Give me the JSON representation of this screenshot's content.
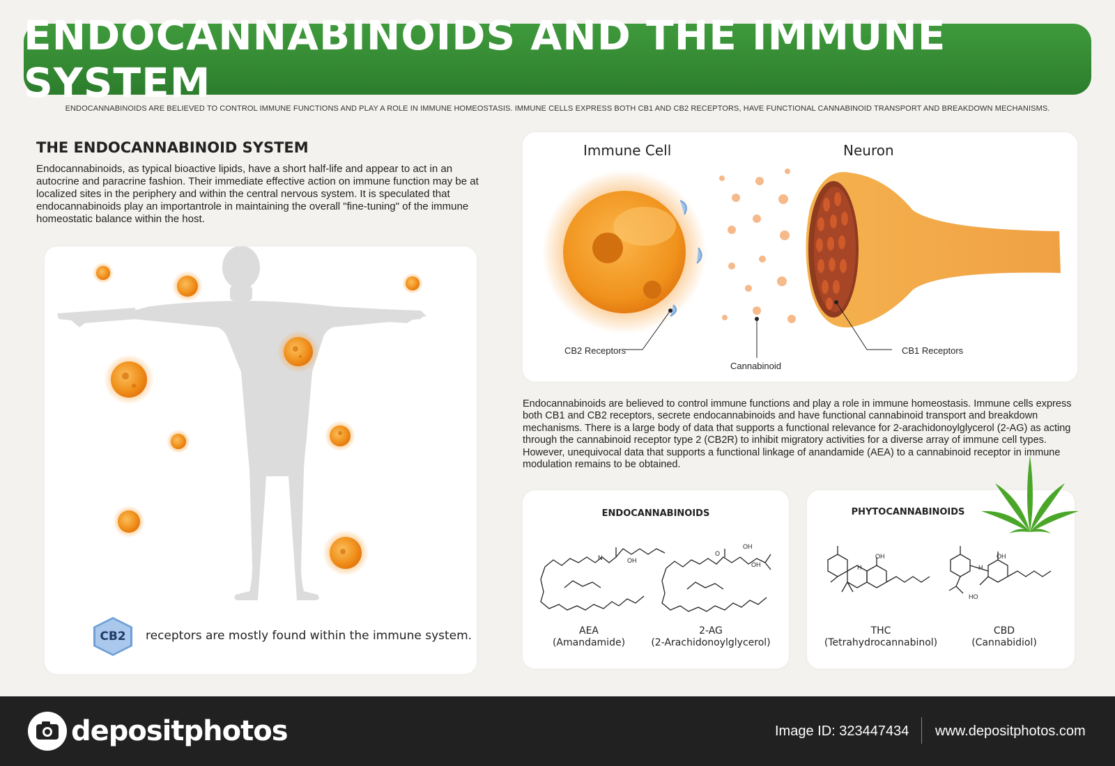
{
  "header": {
    "title": "ENDOCANNABINOIDS AND THE IMMUNE SYSTEM",
    "subtitle": "ENDOCANNABINOIDS ARE BELIEVED TO CONTROL IMMUNE FUNCTIONS AND PLAY A ROLE IN IMMUNE HOMEOSTASIS. IMMUNE CELLS EXPRESS BOTH CB1 AND CB2 RECEPTORS, HAVE FUNCTIONAL CANNABINOID TRANSPORT AND BREAKDOWN MECHANISMS."
  },
  "ecs": {
    "title": "THE ENDOCANNABINOID SYSTEM",
    "body": "Endocannabinoids, as typical bioactive lipids, have a short half-life and appear to act in an autocrine  and paracrine fashion. Their immediate effective action on immune function may be at localized sites  in the periphery and within the central nervous system. It is speculated that endocannabinoids play an  importantrole in maintaining the overall \"fine-tuning\" of the immune homeostatic balance within the host."
  },
  "body_panel": {
    "badge": "CB2",
    "caption": "receptors are mostly found within the immune system."
  },
  "cells": {
    "immune_cell": "Immune Cell",
    "neuron": "Neuron",
    "cb2_receptors": "CB2 Receptors",
    "cannabinoid": "Cannabinoid",
    "cb1_receptors": "CB1 Receptors"
  },
  "mid_paragraph": "Endocannabinoids are believed to control immune functions and play a role in immune homeostasis. Immune cells express both CB1 and CB2 receptors, secrete endocannabinoids and have functional cannabinoid transport and breakdown mechanisms. There is a large body of data that supports a functional relevance for 2-arachidonoylglycerol (2-AG) as acting through the cannabinoid receptor type 2 (CB2R) to inhibit migratory activities for a diverse array of immune cell types. However, unequivocal data that supports a functional linkage of anandamide (AEA) to a cannabinoid receptor in immune modulation remains to be obtained.",
  "endocannabinoids": {
    "heading": "ENDOCANNABINOIDS",
    "aea": {
      "abbr": "AEA",
      "name": "(Amandamide)"
    },
    "two_ag": {
      "abbr": "2-AG",
      "name": "(2-Arachidonoylglycerol)"
    }
  },
  "phytocannabinoids": {
    "heading": "PHYTOCANNABINOIDS",
    "thc": {
      "abbr": "THC",
      "name": "(Tetrahydrocannabinol)"
    },
    "cbd": {
      "abbr": "CBD",
      "name": "(Cannabidiol)"
    }
  },
  "molecule_labels": {
    "oh": "OH",
    "nh": "N",
    "h": "H",
    "ho": "HO",
    "o": "O"
  },
  "footer": {
    "brand": "depositphotos",
    "image_id": "Image ID: 323447434",
    "url": "www.depositphotos.com"
  },
  "colors": {
    "banner": "#2f832f",
    "cell_orange": "#f29a1f",
    "neuron": "#f2a54a",
    "receptor_blue": "#9fc3ea",
    "cannabis_leaf": "#4aa628"
  }
}
